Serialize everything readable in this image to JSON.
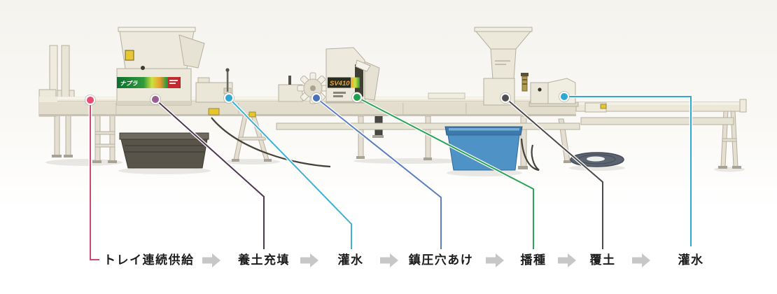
{
  "machine": {
    "brand_label": "ナプラ",
    "model_label": "SV410"
  },
  "process_flow": {
    "text_color": "#1c1c1c",
    "arrow_color": "#c7c7c7",
    "steps": [
      {
        "label": "トレイ連続供給",
        "dot_color": "#e84a72",
        "line_color": "#cc4a72"
      },
      {
        "label": "養土充填",
        "dot_color": "#9b5d94",
        "line_color": "#4e3850"
      },
      {
        "label": "灌水",
        "dot_color": "#2fa8d2",
        "line_color": "#3fb0d6"
      },
      {
        "label": "鎮圧穴あけ",
        "dot_color": "#4a72b8",
        "line_color": "#5b7ec0"
      },
      {
        "label": "播種",
        "dot_color": "#1ea34c",
        "line_color": "#2aa455"
      },
      {
        "label": "覆土",
        "dot_color": "#4f4f52",
        "line_color": "#4a4a4c"
      },
      {
        "label": "灌水",
        "dot_color": "#2fa8d2",
        "line_color": "#2fa8d2"
      }
    ]
  }
}
